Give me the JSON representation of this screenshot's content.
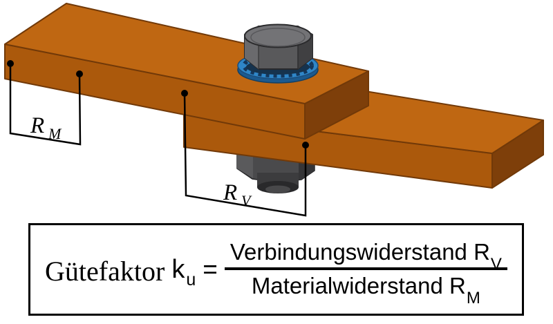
{
  "figure": {
    "rm_label": {
      "base": "R",
      "sub": "M"
    },
    "rv_label": {
      "base": "R",
      "sub": "V"
    }
  },
  "formula": {
    "lhs_text": "Gütefaktor",
    "lhs_symbol": "k",
    "lhs_sub": "u",
    "equals": "=",
    "numerator": {
      "text": "Verbindungswiderstand",
      "symbol": "R",
      "sub": "V"
    },
    "denominator": {
      "text": "Materialwiderstand",
      "symbol": "R",
      "sub": "M"
    }
  },
  "colors": {
    "copper_top": "#bf6712",
    "copper_front": "#ab590c",
    "copper_end": "#7e3f0a",
    "copper_edge": "#713908",
    "bolt_body": "#59595b",
    "bolt_left_face": "#6a6a6d",
    "bolt_right_face": "#404042",
    "bolt_top": "#737376",
    "washer_blue": "#2f86c8",
    "washer_rim": "#1c5a8f",
    "nut_body": "#4a4a4c",
    "ink": "#000000",
    "background": "#ffffff"
  }
}
